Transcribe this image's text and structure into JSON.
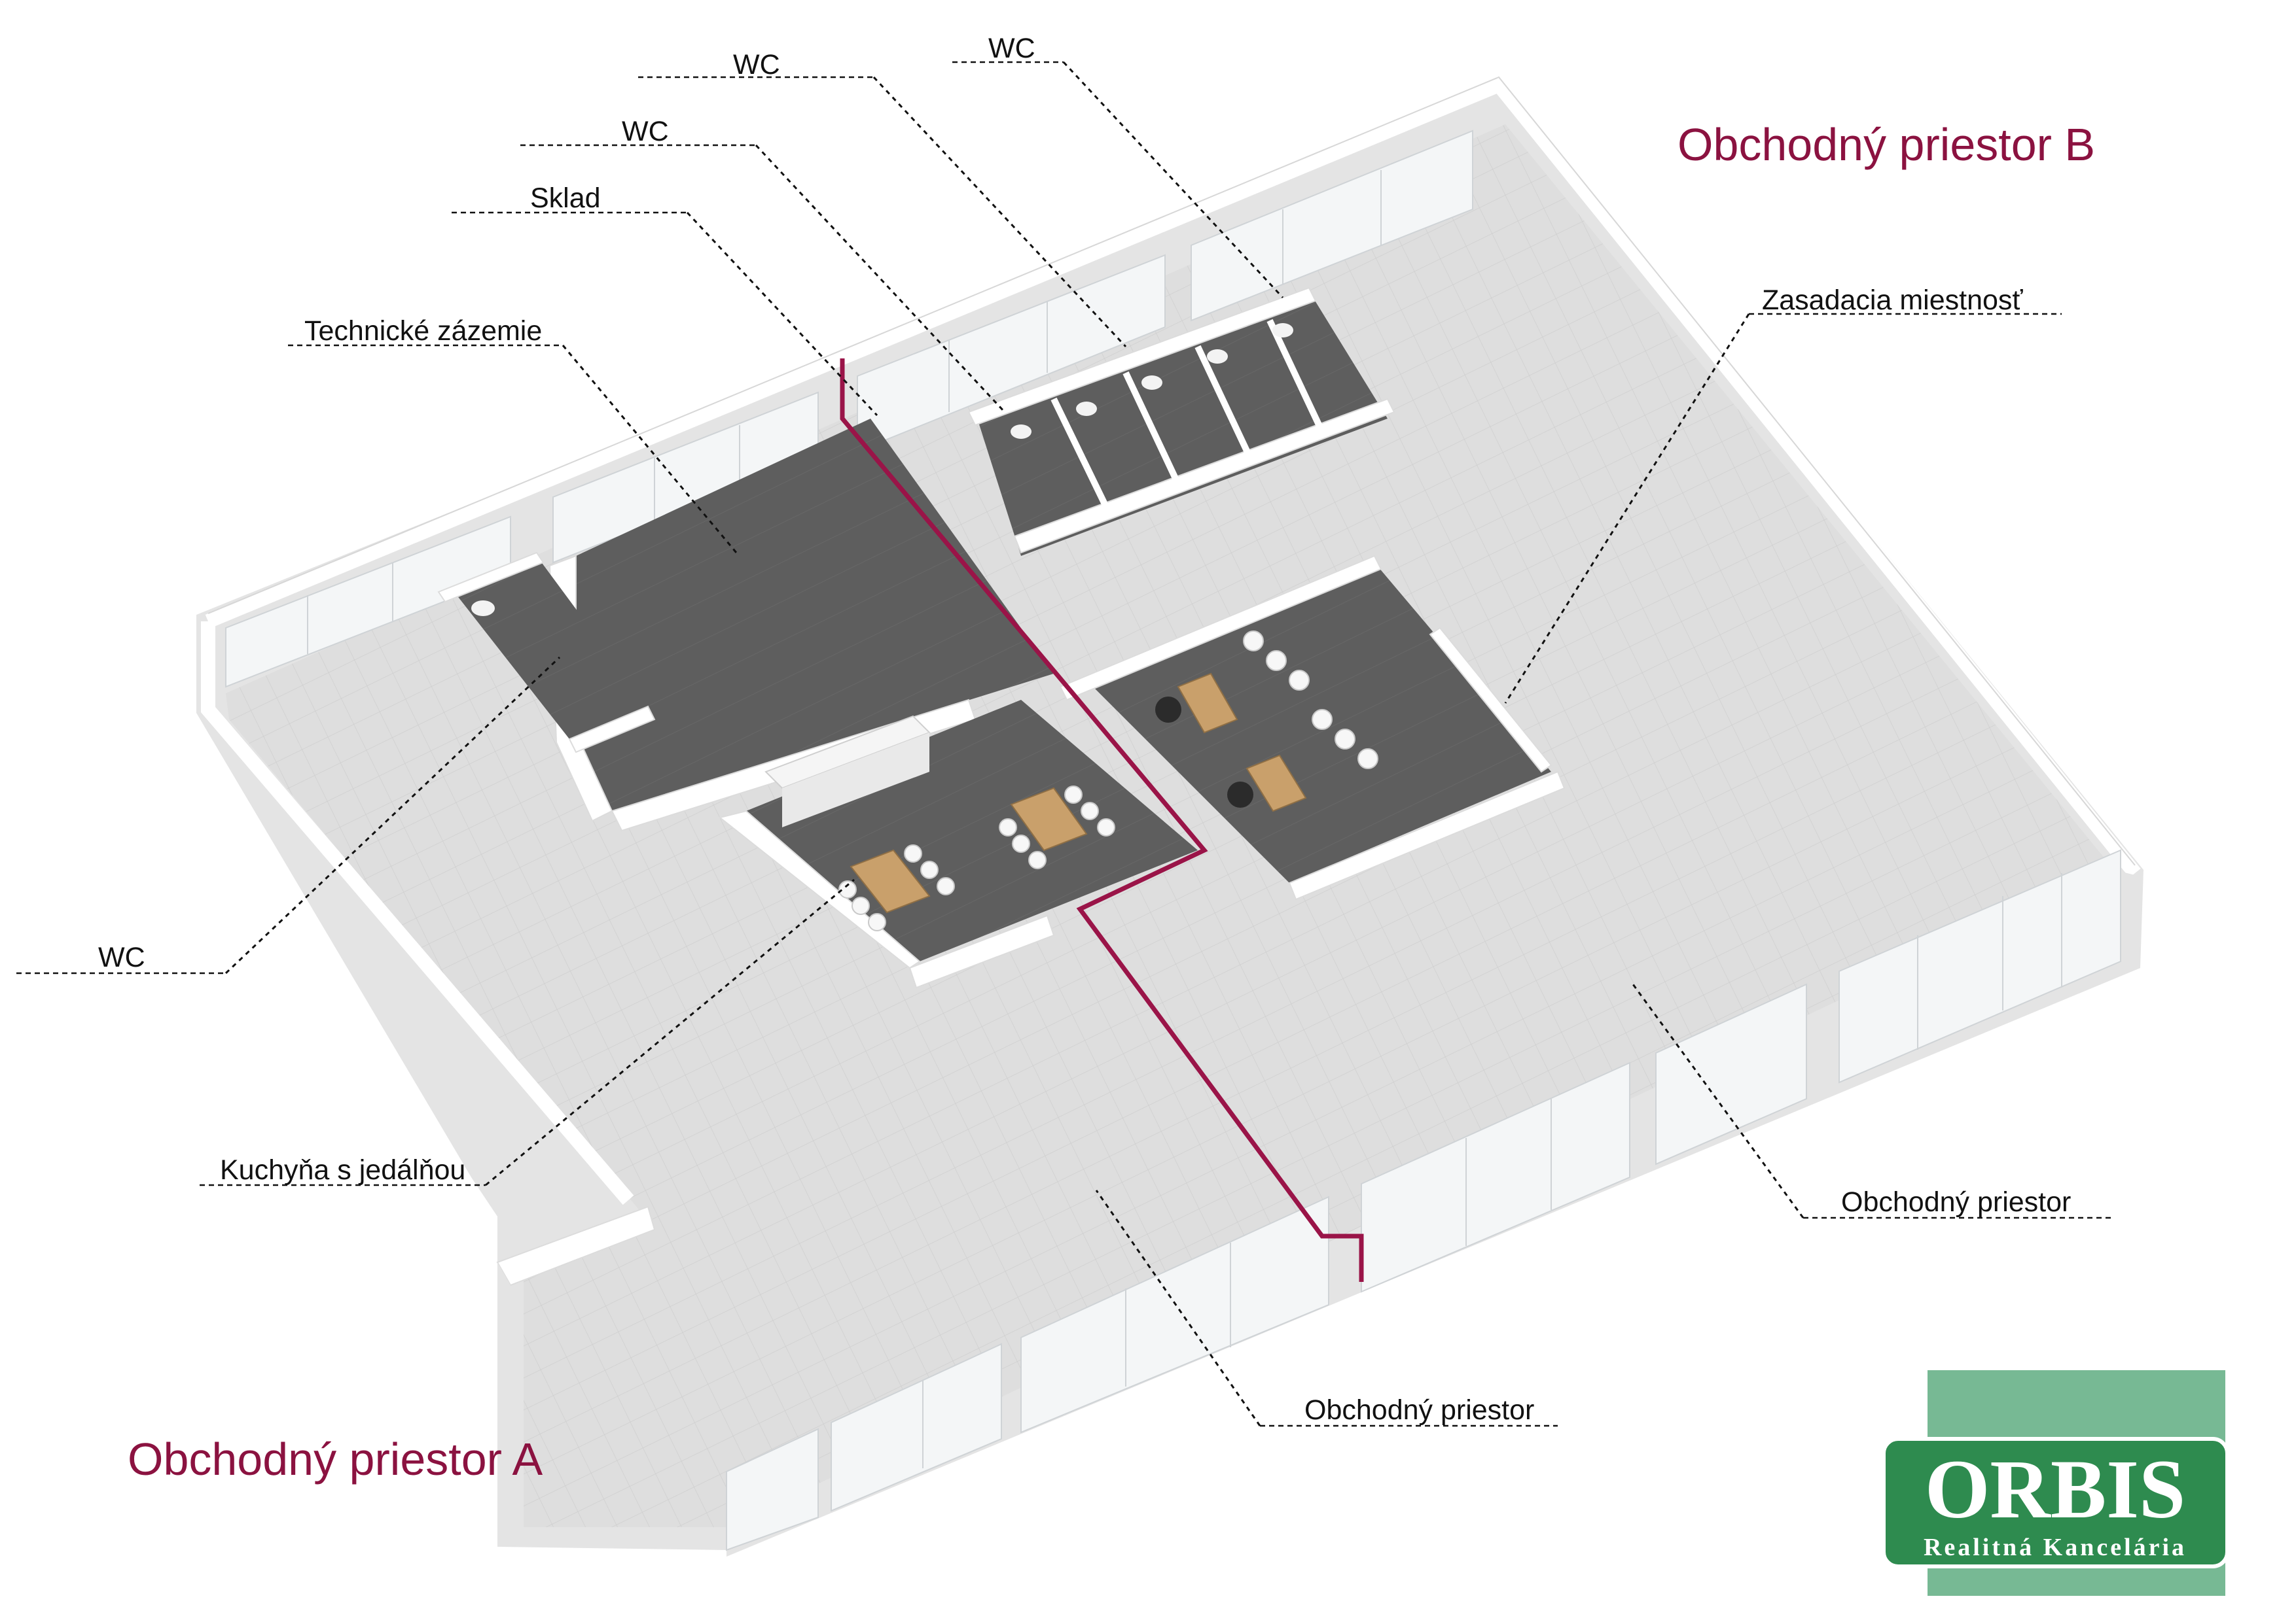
{
  "zones": {
    "a": "Obchodný priestor A",
    "b": "Obchodný priestor B",
    "color": "#8b1240"
  },
  "labels": {
    "wc_top_left": "WC",
    "wc_top_right": "WC",
    "wc_mid": "WC",
    "sklad": "Sklad",
    "technicke": "Technické zázemie",
    "zasadacia": "Zasadacia miestnosť",
    "wc_left": "WC",
    "kuchyna": "Kuchyňa s jedálňou",
    "obchodny_right": "Obchodný priestor",
    "obchodny_bottom": "Obchodný priestor"
  },
  "logo": {
    "name": "ORBIS",
    "subtitle": "Realitná Kancelária",
    "green": "#2e8b4f",
    "pale_green": "#77b994"
  },
  "colors": {
    "divider": "#9a1448",
    "floor": "#dedede",
    "dark_floor": "#5c5c5c"
  }
}
